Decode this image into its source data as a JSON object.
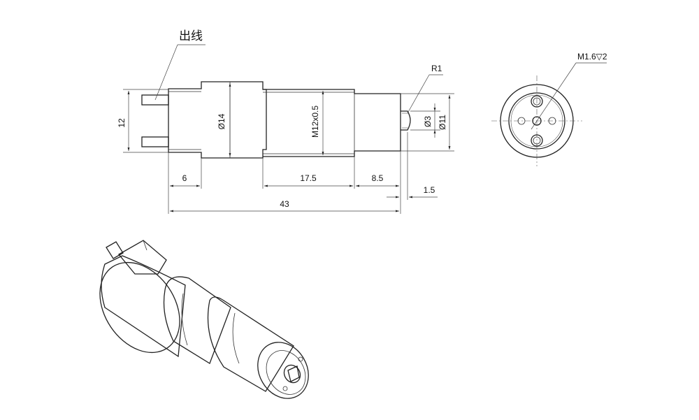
{
  "labels": {
    "outlet": "出线",
    "dim_12": "12",
    "dim_14": "Ø14",
    "dim_thread": "M12x0.5",
    "dim_3": "Ø3",
    "dim_11": "Ø11",
    "dim_6": "6",
    "dim_17_5": "17.5",
    "dim_8_5": "8.5",
    "dim_1_5": "1.5",
    "dim_43": "43",
    "radius": "R1",
    "screw": "M1.6▽2"
  },
  "colors": {
    "line": "#222222",
    "background": "#ffffff"
  }
}
